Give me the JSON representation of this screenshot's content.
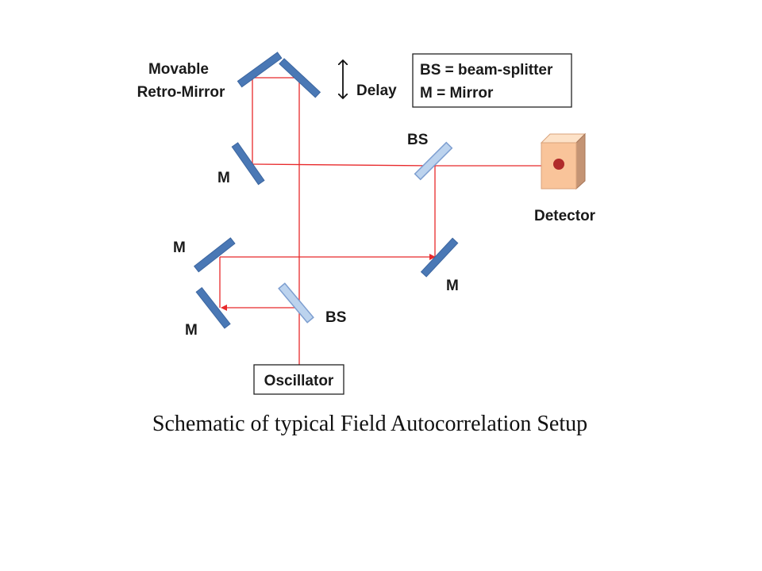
{
  "labels": {
    "movable": "Movable",
    "retro_mirror": "Retro-Mirror",
    "delay": "Delay",
    "bs_top": "BS",
    "bs_bottom": "BS",
    "m_upper_left": "M",
    "m_left_top": "M",
    "m_left_bottom": "M",
    "m_right": "M",
    "detector": "Detector",
    "oscillator": "Oscillator"
  },
  "legend": {
    "line1": "BS = beam-splitter",
    "line2": "M = Mirror"
  },
  "caption": "Schematic of typical Field Autocorrelation Setup",
  "colors": {
    "beam": "#e8292b",
    "mirror": "#4a78b5",
    "beam_splitter": "#bcd3ee",
    "detector_body": "#f9c49a",
    "detector_dot": "#b02b2b"
  }
}
